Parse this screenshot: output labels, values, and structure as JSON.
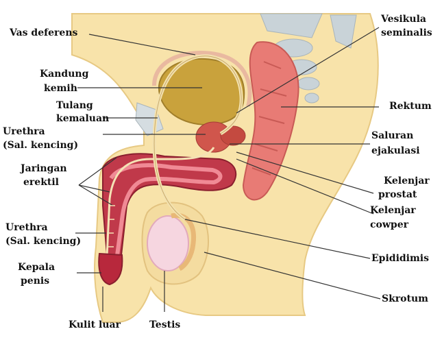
{
  "labels": {
    "vas_deferens": "Vas deferens",
    "kandung_kemih_1": "Kandung",
    "kandung_kemih_2": "kemih",
    "tulang_kemaluan_1": "Tulang",
    "tulang_kemaluan_2": "kemaluan",
    "urethra_top_1": "Urethra",
    "urethra_top_2": "(Sal. kencing)",
    "jaringan_erektil_1": "Jaringan",
    "jaringan_erektil_2": "erektil",
    "urethra_bottom_1": "Urethra",
    "urethra_bottom_2": "(Sal. kencing)",
    "kepala_penis_1": "Kepala",
    "kepala_penis_2": "penis",
    "kulit_luar": "Kulit luar",
    "testis": "Testis",
    "vesikula_seminalis_1": "Vesikula",
    "vesikula_seminalis_2": "seminalis",
    "rektum": "Rektum",
    "saluran_ejakulasi_1": "Saluran",
    "saluran_ejakulasi_2": "ejakulasi",
    "kelenjar_prostat_1": "Kelenjar",
    "kelenjar_prostat_2": "prostat",
    "kelenjar_cowper_1": "Kelenjar",
    "kelenjar_cowper_2": "cowper",
    "epididimis": "Epididimis",
    "skrotum": "Skrotum"
  },
  "colors": {
    "skin": "#f8e3aa",
    "skin_edge": "#e7c983",
    "bladder": "#c9a23c",
    "rectum": "#e87b75",
    "erectile": "#c0394a",
    "bone": "#c9d3d8",
    "testis": "#f6d6e0",
    "leader": "#333333"
  }
}
